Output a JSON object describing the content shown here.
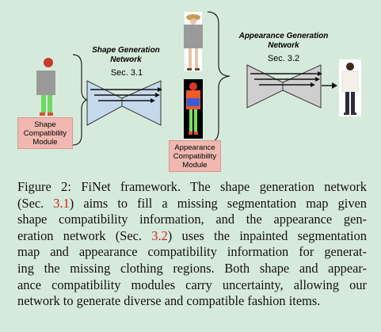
{
  "shape_net": {
    "title_line1": "Shape Generation",
    "title_line2": "Network",
    "sec": "Sec. 3.1"
  },
  "appearance_net": {
    "title_line1": "Appearance Generation",
    "title_line2": "Network",
    "sec": "Sec. 3.2"
  },
  "shape_module": [
    "Shape",
    "Compatibility",
    "Module"
  ],
  "appearance_module": [
    "Appearance",
    "Compatibility",
    "Module"
  ],
  "caption": {
    "l1_a": "Figure 2: FiNet framework. The shape generation network",
    "l2_a": "(Sec. ",
    "l2_ref": "3.1",
    "l2_b": ") aims to fill a missing segmentation map given",
    "l3": "shape compatibility information, and the appearance gen-",
    "l4_a": "eration network (Sec. ",
    "l4_ref": "3.2",
    "l4_b": ") uses the inpainted segmentation",
    "l5": "map and appearance compatibility information for generat-",
    "l6": "ing the missing clothing regions. Both shape and appear-",
    "l7": "ance compatibility modules carry uncertainty, allowing our",
    "l8": "network to generate diverse and compatible fashion items."
  },
  "colors": {
    "background": "#d6eadc",
    "module_fill": "#f0b8b0",
    "network_fill": "#c4d9ec",
    "reference_red": "#d42020"
  }
}
